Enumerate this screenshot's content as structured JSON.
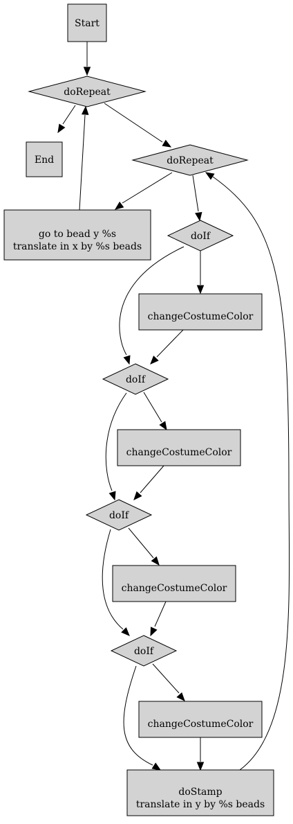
{
  "diagram": {
    "nodes": [
      {
        "id": "start",
        "shape": "box",
        "lines": [
          "Start"
        ]
      },
      {
        "id": "repeat1",
        "shape": "diamond",
        "lines": [
          "doRepeat"
        ]
      },
      {
        "id": "end",
        "shape": "box",
        "lines": [
          "End"
        ]
      },
      {
        "id": "repeat2",
        "shape": "diamond",
        "lines": [
          "doRepeat"
        ]
      },
      {
        "id": "goto",
        "shape": "box",
        "lines": [
          "go to bead y %s",
          "translate in x by %s beads"
        ]
      },
      {
        "id": "if1",
        "shape": "diamond",
        "lines": [
          "doIf"
        ]
      },
      {
        "id": "color1",
        "shape": "box",
        "lines": [
          "changeCostumeColor"
        ]
      },
      {
        "id": "if2",
        "shape": "diamond",
        "lines": [
          "doIf"
        ]
      },
      {
        "id": "color2",
        "shape": "box",
        "lines": [
          "changeCostumeColor"
        ]
      },
      {
        "id": "if3",
        "shape": "diamond",
        "lines": [
          "doIf"
        ]
      },
      {
        "id": "color3",
        "shape": "box",
        "lines": [
          "changeCostumeColor"
        ]
      },
      {
        "id": "if4",
        "shape": "diamond",
        "lines": [
          "doIf"
        ]
      },
      {
        "id": "color4",
        "shape": "box",
        "lines": [
          "changeCostumeColor"
        ]
      },
      {
        "id": "stamp",
        "shape": "box",
        "lines": [
          "doStamp",
          "translate in y by %s beads"
        ]
      }
    ],
    "edges": [
      {
        "from": "start",
        "to": "repeat1"
      },
      {
        "from": "repeat1",
        "to": "end"
      },
      {
        "from": "repeat1",
        "to": "repeat2"
      },
      {
        "from": "repeat2",
        "to": "goto"
      },
      {
        "from": "goto",
        "to": "repeat1"
      },
      {
        "from": "repeat2",
        "to": "if1"
      },
      {
        "from": "if1",
        "to": "color1"
      },
      {
        "from": "if1",
        "to": "if2"
      },
      {
        "from": "color1",
        "to": "if2"
      },
      {
        "from": "if2",
        "to": "color2"
      },
      {
        "from": "if2",
        "to": "if3"
      },
      {
        "from": "color2",
        "to": "if3"
      },
      {
        "from": "if3",
        "to": "color3"
      },
      {
        "from": "if3",
        "to": "if4"
      },
      {
        "from": "color3",
        "to": "if4"
      },
      {
        "from": "if4",
        "to": "color4"
      },
      {
        "from": "if4",
        "to": "stamp"
      },
      {
        "from": "color4",
        "to": "stamp"
      },
      {
        "from": "stamp",
        "to": "repeat2"
      }
    ]
  }
}
